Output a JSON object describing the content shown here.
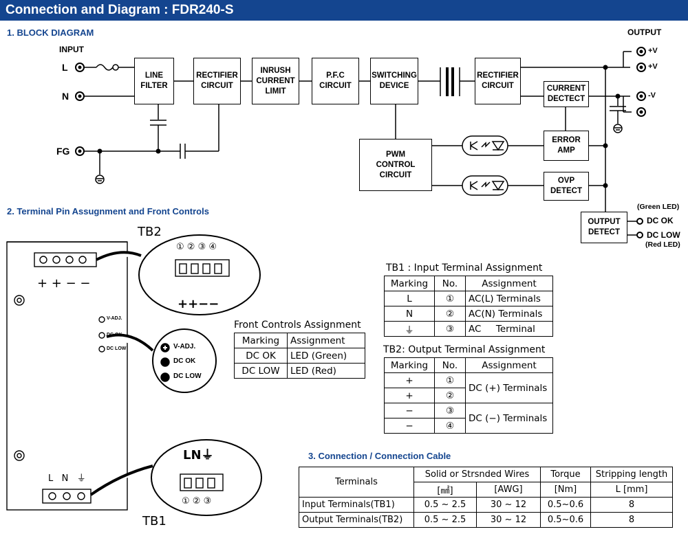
{
  "header": {
    "title": "Connection and Diagram : FDR240-S"
  },
  "block_diagram": {
    "section_title": "1. BLOCK DIAGRAM",
    "input_label": "INPUT",
    "output_label": "OUTPUT",
    "pins": {
      "L": "L",
      "N": "N",
      "FG": "FG"
    },
    "out_pins": {
      "p1": "+V",
      "p2": "+V",
      "m1": "-V"
    },
    "blocks": {
      "line_filter": [
        "LINE",
        "FILTER"
      ],
      "rectifier1": [
        "RECTIFIER",
        "CIRCUIT"
      ],
      "inrush": [
        "INRUSH",
        "CURRENT",
        "LIMIT"
      ],
      "pfc": [
        "P.F.C",
        "CIRCUIT"
      ],
      "switching": [
        "SWITCHING",
        "DEVICE"
      ],
      "rectifier2": [
        "RECTIFIER",
        "CIRCUIT"
      ],
      "current": [
        "CURRENT",
        "DECTECT"
      ],
      "pwm": [
        "PWM",
        "CONTROL",
        "CIRCUIT"
      ],
      "error_amp": [
        "ERROR",
        "AMP"
      ],
      "ovp": [
        "OVP",
        "DETECT"
      ],
      "output_detect": [
        "OUTPUT",
        "DETECT"
      ]
    },
    "led_labels": {
      "green": "(Green LED)",
      "dc_ok": "DC OK",
      "dc_low": "DC LOW",
      "red": "(Red LED)"
    }
  },
  "terminal_section": {
    "section_title": "2. Terminal Pin Assugnment and Front Controls",
    "tb2_label": "TB2",
    "tb1_label": "TB1",
    "tb2_pin_numbers": [
      "①",
      "②",
      "③",
      "④"
    ],
    "tb2_marks": "+ + − −",
    "tb2_zoom_marks": "++−−",
    "tb1_marks": [
      "L",
      "N",
      "⏚"
    ],
    "tb1_zoom_marks": "LN⏚",
    "tb1_pin_numbers": [
      "①",
      "②",
      "③"
    ],
    "front_labels": [
      "V-ADJ.",
      "DC OK",
      "DC LOW"
    ],
    "zoom_labels": [
      "V-ADJ.",
      "DC OK",
      "DC LOW"
    ]
  },
  "front_controls_table": {
    "caption": "Front Controls Assignment",
    "headers": [
      "Marking",
      "Assignment"
    ],
    "rows": [
      [
        "DC OK",
        "LED (Green)"
      ],
      [
        "DC LOW",
        "LED (Red)"
      ]
    ]
  },
  "tb1_table": {
    "caption": "TB1 : Input Terminal Assignment",
    "headers": [
      "Marking",
      "No.",
      "Assignment"
    ],
    "rows": [
      [
        "L",
        "①",
        "AC(L) Terminals"
      ],
      [
        "N",
        "②",
        "AC(N) Terminals"
      ],
      [
        "⏚",
        "③",
        "AC     Terminal"
      ]
    ]
  },
  "tb2_table": {
    "caption": "TB2: Output Terminal Assignment",
    "headers": [
      "Marking",
      "No.",
      "Assignment"
    ],
    "rows": [
      [
        "+",
        "①"
      ],
      [
        "+",
        "②"
      ],
      [
        "−",
        "③"
      ],
      [
        "−",
        "④"
      ]
    ],
    "groups": [
      "DC (+) Terminals",
      "DC (−) Terminals"
    ]
  },
  "cable_section": {
    "section_title": "3. Connection / Connection Cable",
    "headers": {
      "terminals": "Terminals",
      "wires": "Solid or Strsnded Wires",
      "torque": "Torque",
      "strip": "Stripping length"
    },
    "units": {
      "mm2": "[㎟]",
      "awg": "[AWG]",
      "nm": "[Nm]",
      "mm": "L [mm]"
    },
    "rows": [
      {
        "terminals": "Input Terminals(TB1)",
        "mm2": "0.5 ~ 2.5",
        "awg": "30 ~ 12",
        "nm": "0.5~0.6",
        "mm": "8"
      },
      {
        "terminals": "Output Terminals(TB2)",
        "mm2": "0.5 ~ 2.5",
        "awg": "30 ~ 12",
        "nm": "0.5~0.6",
        "mm": "8"
      }
    ]
  }
}
